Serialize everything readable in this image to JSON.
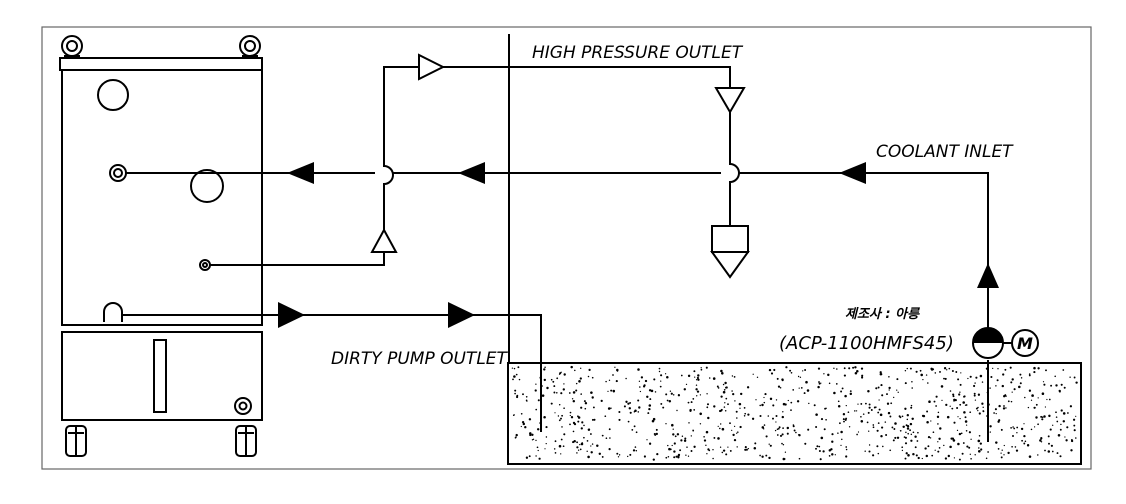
{
  "labels": {
    "high_pressure_outlet": "HIGH PRESSURE OUTLET",
    "coolant_inlet": "COOLANT INLET",
    "dirty_pump_outlet": "DIRTY PUMP OUTLET",
    "maker": "제조사 : 아릉",
    "model": "(ACP-1100HMFS45)",
    "motor_letter": "M"
  },
  "colors": {
    "line": "#000000",
    "frame": "#666666",
    "background": "#ffffff"
  }
}
